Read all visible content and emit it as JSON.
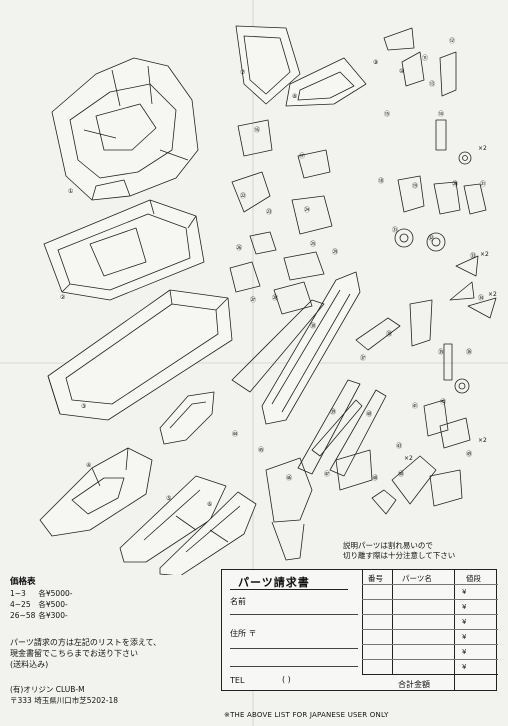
{
  "notes": {
    "separate_parts": "説明パーツは割れ易いので",
    "separate_parts_2": "切り離す際は十分注意して下さい"
  },
  "part_numbers": [
    "①",
    "②",
    "③",
    "④",
    "⑤",
    "⑥",
    "⑦",
    "⑧",
    "⑨",
    "⑩",
    "⑪",
    "⑫",
    "⑬",
    "⑭",
    "⑮",
    "⑯",
    "⑰",
    "⑱",
    "⑲",
    "⑳",
    "㉑",
    "㉒",
    "㉓",
    "㉔",
    "㉕",
    "㉖",
    "㉗",
    "㉘",
    "㉙",
    "㉚",
    "㉛",
    "㉜",
    "㉝",
    "㉞",
    "㉟",
    "㊱",
    "㊲",
    "㊳",
    "㊴",
    "㊵",
    "㊶",
    "㊷",
    "㊸",
    "㊹",
    "㊺",
    "㊻",
    "㊼",
    "㊽",
    "㊾",
    "㊿"
  ],
  "quantity_marks": [
    "×2",
    "×2",
    "×2",
    "×2",
    "×2"
  ],
  "price_list": {
    "title": "価格表",
    "rows": [
      {
        "range": "1~3",
        "price": "各¥5000-"
      },
      {
        "range": "4~25",
        "price": "各¥500-"
      },
      {
        "range": "26~58",
        "price": "各¥300-"
      }
    ]
  },
  "order_note": {
    "line1": "パーツ請求の方は左記のリストを添えて、",
    "line2": "現金書留でこちらまでお送り下さい",
    "line3": "(送料込み)"
  },
  "company": {
    "name": "(有)オリジン CLUB-M",
    "address": "〒333 埼玉県川口市芝5202-18"
  },
  "order_form": {
    "title": "パーツ請求書",
    "name_label": "名前",
    "address_label": "住所 〒",
    "tel_label": "TEL",
    "tel_paren": "(        )",
    "headers": {
      "number": "番号",
      "part_name": "パーツ名",
      "price": "値段"
    },
    "yen_marks": [
      "¥",
      "¥",
      "¥",
      "¥",
      "¥",
      "¥"
    ],
    "total_label": "合計金額"
  },
  "footer": "※THE ABOVE LIST FOR JAPANESE USER ONLY"
}
